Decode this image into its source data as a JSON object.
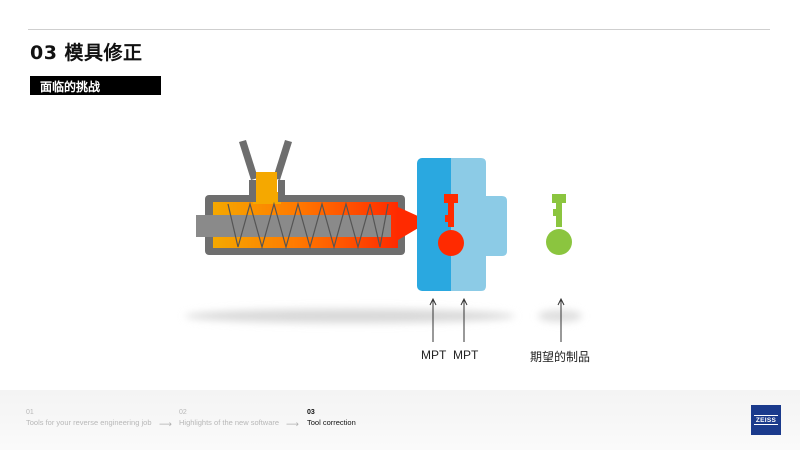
{
  "header": {
    "title": "03 模具修正",
    "subtitle": "面临的挑战"
  },
  "diagram": {
    "labels": {
      "mpt_left": "MPT",
      "mpt_right": "MPT",
      "desired_product": "期望的制品"
    },
    "colors": {
      "barrel": "#6e6e6e",
      "melt_cold": "#f5a800",
      "melt_hot": "#ff2a00",
      "mold_dark": "#2aa8e0",
      "mold_light": "#8ccbe6",
      "product_defect": "#ff2a00",
      "product_target": "#8bc53f"
    }
  },
  "footer": {
    "steps": [
      {
        "num": "01",
        "label": "Tools for your reverse engineering job"
      },
      {
        "num": "02",
        "label": "Highlights of the new software"
      },
      {
        "num": "03",
        "label": "Tool correction"
      }
    ],
    "arrow_glyph": "⟶",
    "logo_text": "ZEISS"
  }
}
